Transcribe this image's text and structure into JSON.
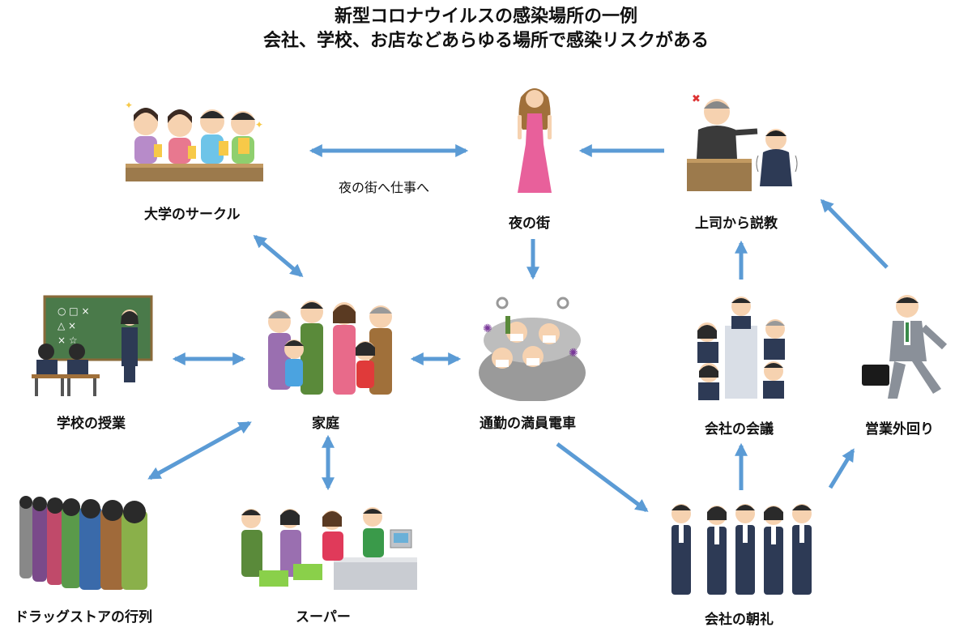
{
  "title_line1": "新型コロナウイルスの感染場所の一例",
  "title_line2": "会社、学校、お店などあらゆる場所で感染リスクがある",
  "arrow_color": "#5b9bd5",
  "nodes": {
    "circle": {
      "label": "大学のサークル",
      "icon": "people-toasting-illustration"
    },
    "night": {
      "label": "夜の街",
      "icon": "hostess-in-dress-illustration"
    },
    "scolding": {
      "label": "上司から説教",
      "icon": "boss-scolding-employee-illustration"
    },
    "class": {
      "label": "学校の授業",
      "icon": "teacher-and-students-illustration"
    },
    "family": {
      "label": "家庭",
      "icon": "family-group-illustration"
    },
    "train": {
      "label": "通勤の満員電車",
      "icon": "crowded-train-illustration"
    },
    "meeting": {
      "label": "会社の会議",
      "icon": "office-meeting-illustration"
    },
    "sales": {
      "label": "営業外回り",
      "icon": "businessman-walking-illustration"
    },
    "drugstore": {
      "label": "ドラッグストアの行列",
      "icon": "people-in-line-illustration"
    },
    "super": {
      "label": "スーパー",
      "icon": "supermarket-checkout-illustration"
    },
    "morning": {
      "label": "会社の朝礼",
      "icon": "morning-assembly-illustration"
    }
  },
  "edge_note": "夜の街へ仕事へ"
}
